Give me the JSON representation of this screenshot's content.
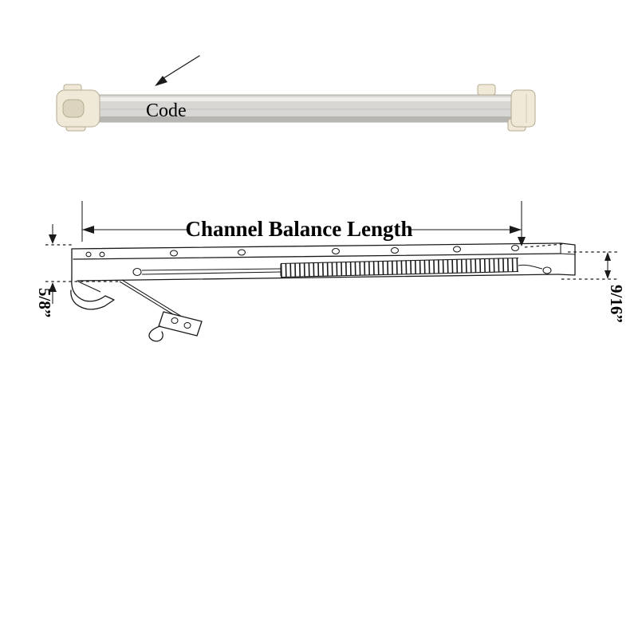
{
  "photo": {
    "code_label": "Code",
    "colors": {
      "bar": "#d8d7d4",
      "bar_light": "#efeeeb",
      "bar_dark": "#b6b5b2",
      "bar_edge": "#98978f",
      "cap": "#f0e9d8",
      "cap_inner": "#ddd4bf",
      "cap_edge": "#b5ab90"
    }
  },
  "drawing": {
    "length_label": "Channel Balance Length",
    "left_dimension": "5/8”",
    "right_dimension": "9/16”",
    "line_color": "#1a1a1a"
  }
}
